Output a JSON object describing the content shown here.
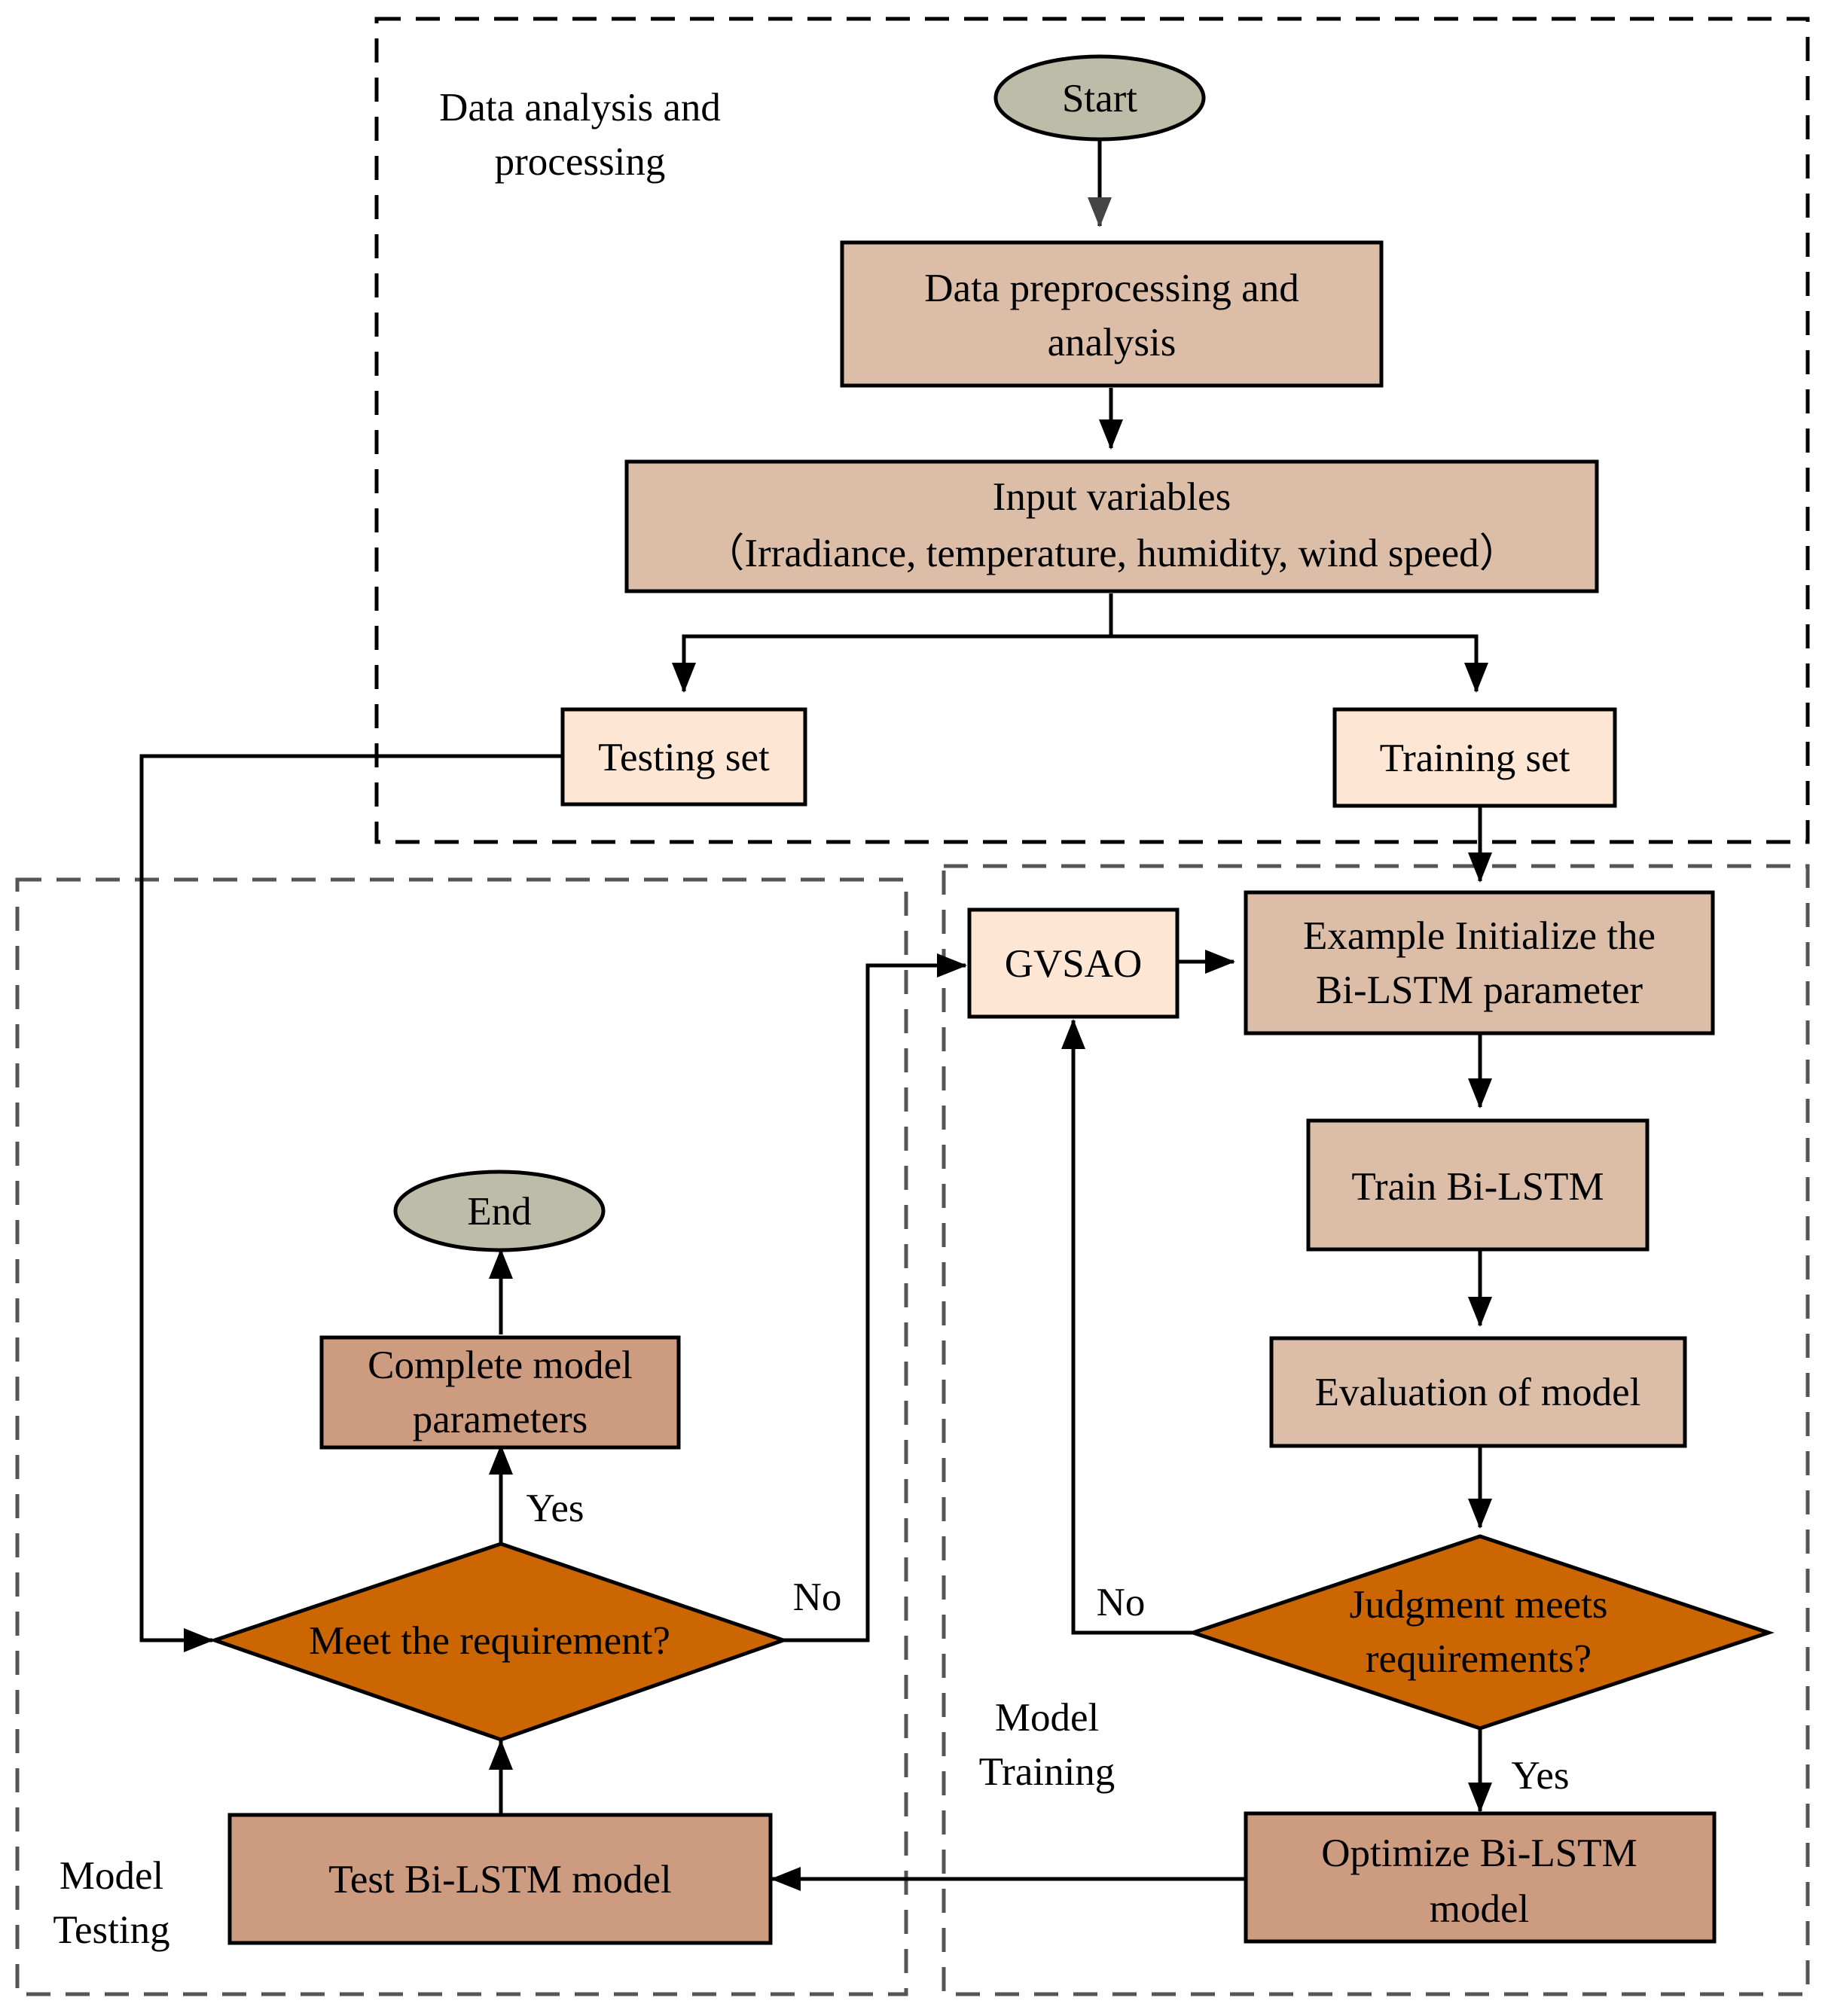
{
  "colors": {
    "terminal_fill": "#bdbca9",
    "process_fill": "#dcbea8",
    "light_fill": "#fde7d4",
    "dark_process_fill": "#cd9b80",
    "decision_fill": "#cc6602",
    "region_top_stroke": "#000000",
    "region_bottom_stroke": "#555555",
    "start_arrow": "#444444"
  },
  "regions": {
    "data_analysis": {
      "line1": "Data analysis and",
      "line2": "processing"
    },
    "model_training": {
      "line1": "Model",
      "line2": "Training"
    },
    "model_testing": {
      "line1": "Model",
      "line2": "Testing"
    }
  },
  "nodes": {
    "start": {
      "label": "Start"
    },
    "preprocess": {
      "line1": "Data preprocessing and",
      "line2": "analysis"
    },
    "input_vars": {
      "line1": "Input variables",
      "line2": "（Irradiance, temperature, humidity, wind speed）"
    },
    "testing_set": {
      "label": "Testing set"
    },
    "training_set": {
      "label": "Training set"
    },
    "gvsao": {
      "label": "GVSAO"
    },
    "init_params": {
      "line1": "Example Initialize the",
      "line2": "Bi-LSTM parameter"
    },
    "train": {
      "label": "Train Bi-LSTM"
    },
    "evaluation": {
      "label": "Evaluation of model"
    },
    "judgment": {
      "line1": "Judgment meets",
      "line2": "requirements?"
    },
    "optimize": {
      "line1": "Optimize Bi-LSTM",
      "line2": "model"
    },
    "test_model": {
      "label": "Test Bi-LSTM model"
    },
    "meet_req": {
      "label": "Meet the requirement?"
    },
    "complete": {
      "line1": "Complete model",
      "line2": "parameters"
    },
    "end": {
      "label": "End"
    }
  },
  "edge_labels": {
    "judgment_no": "No",
    "judgment_yes": "Yes",
    "meet_yes": "Yes",
    "meet_no": "No"
  }
}
